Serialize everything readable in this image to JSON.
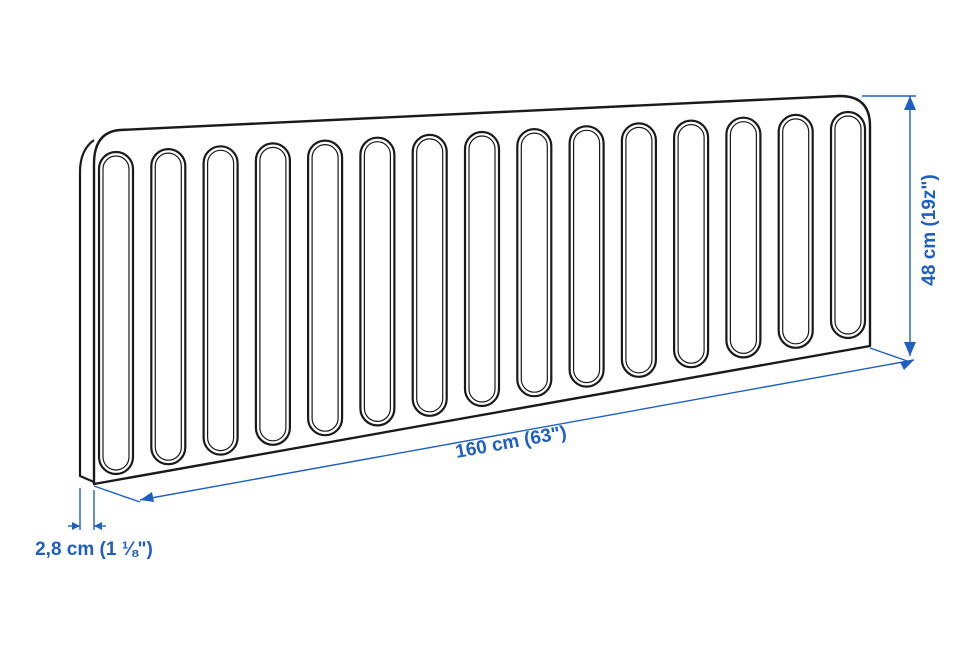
{
  "diagram": {
    "panel": {
      "slot_count": 15,
      "stroke_color": "#1a1a1a",
      "fill_color": "#ffffff"
    },
    "dimensions": {
      "color": "#1f5fbf",
      "width_label": "160 cm (63\")",
      "height_label": "48 cm (19z\")",
      "thickness_label": "2,8 cm (1 ⅛\")"
    }
  }
}
